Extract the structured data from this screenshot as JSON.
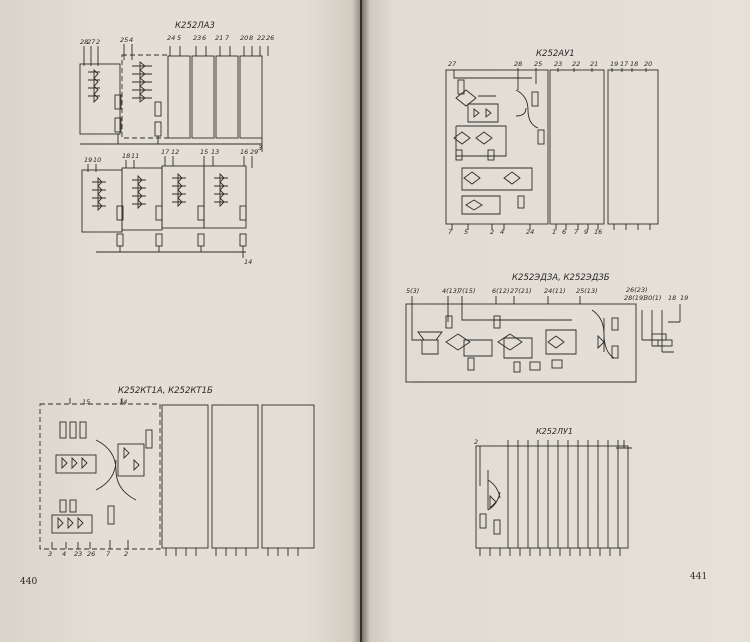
{
  "left_page": {
    "page_number": "440",
    "diagrams": [
      {
        "title": "К252ЛА3",
        "pins_top": [
          "28",
          "27",
          "2",
          "25",
          "4",
          "24",
          "5",
          "23",
          "6",
          "21",
          "7",
          "20",
          "8",
          "22",
          "26"
        ],
        "pins_side": [
          "3"
        ]
      },
      {
        "title": "",
        "pins_top": [
          "19",
          "10",
          "18",
          "11",
          "17",
          "12",
          "15",
          "13",
          "16",
          "29"
        ],
        "pins_side": [
          "14"
        ]
      },
      {
        "title": "К252КТ1А, К252КТ1Б",
        "pins_top": [
          "15",
          "14"
        ],
        "pins_bottom": [
          "3",
          "4",
          "23",
          "26",
          "7",
          "2"
        ]
      }
    ]
  },
  "right_page": {
    "page_number": "441",
    "diagrams": [
      {
        "title": "К252АУ1",
        "pins_top": [
          "27",
          "28",
          "25",
          "23",
          "22",
          "21",
          "19",
          "17",
          "18",
          "20"
        ],
        "pins_bottom": [
          "7",
          "5",
          "2",
          "4",
          "24",
          "1",
          "6",
          "7",
          "9",
          "16"
        ]
      },
      {
        "title": "К252ЭДЗА, К252ЭДЗБ",
        "pins_top": [
          "5(3)",
          "4(13)",
          "7(15)",
          "6(12)",
          "27(21)",
          "24(11)",
          "25(13)",
          "26(23)",
          "28(19)",
          "30(1)",
          "18",
          "19"
        ]
      },
      {
        "title": "К252ЛУ1",
        "pins_top": [
          "2"
        ]
      }
    ]
  }
}
